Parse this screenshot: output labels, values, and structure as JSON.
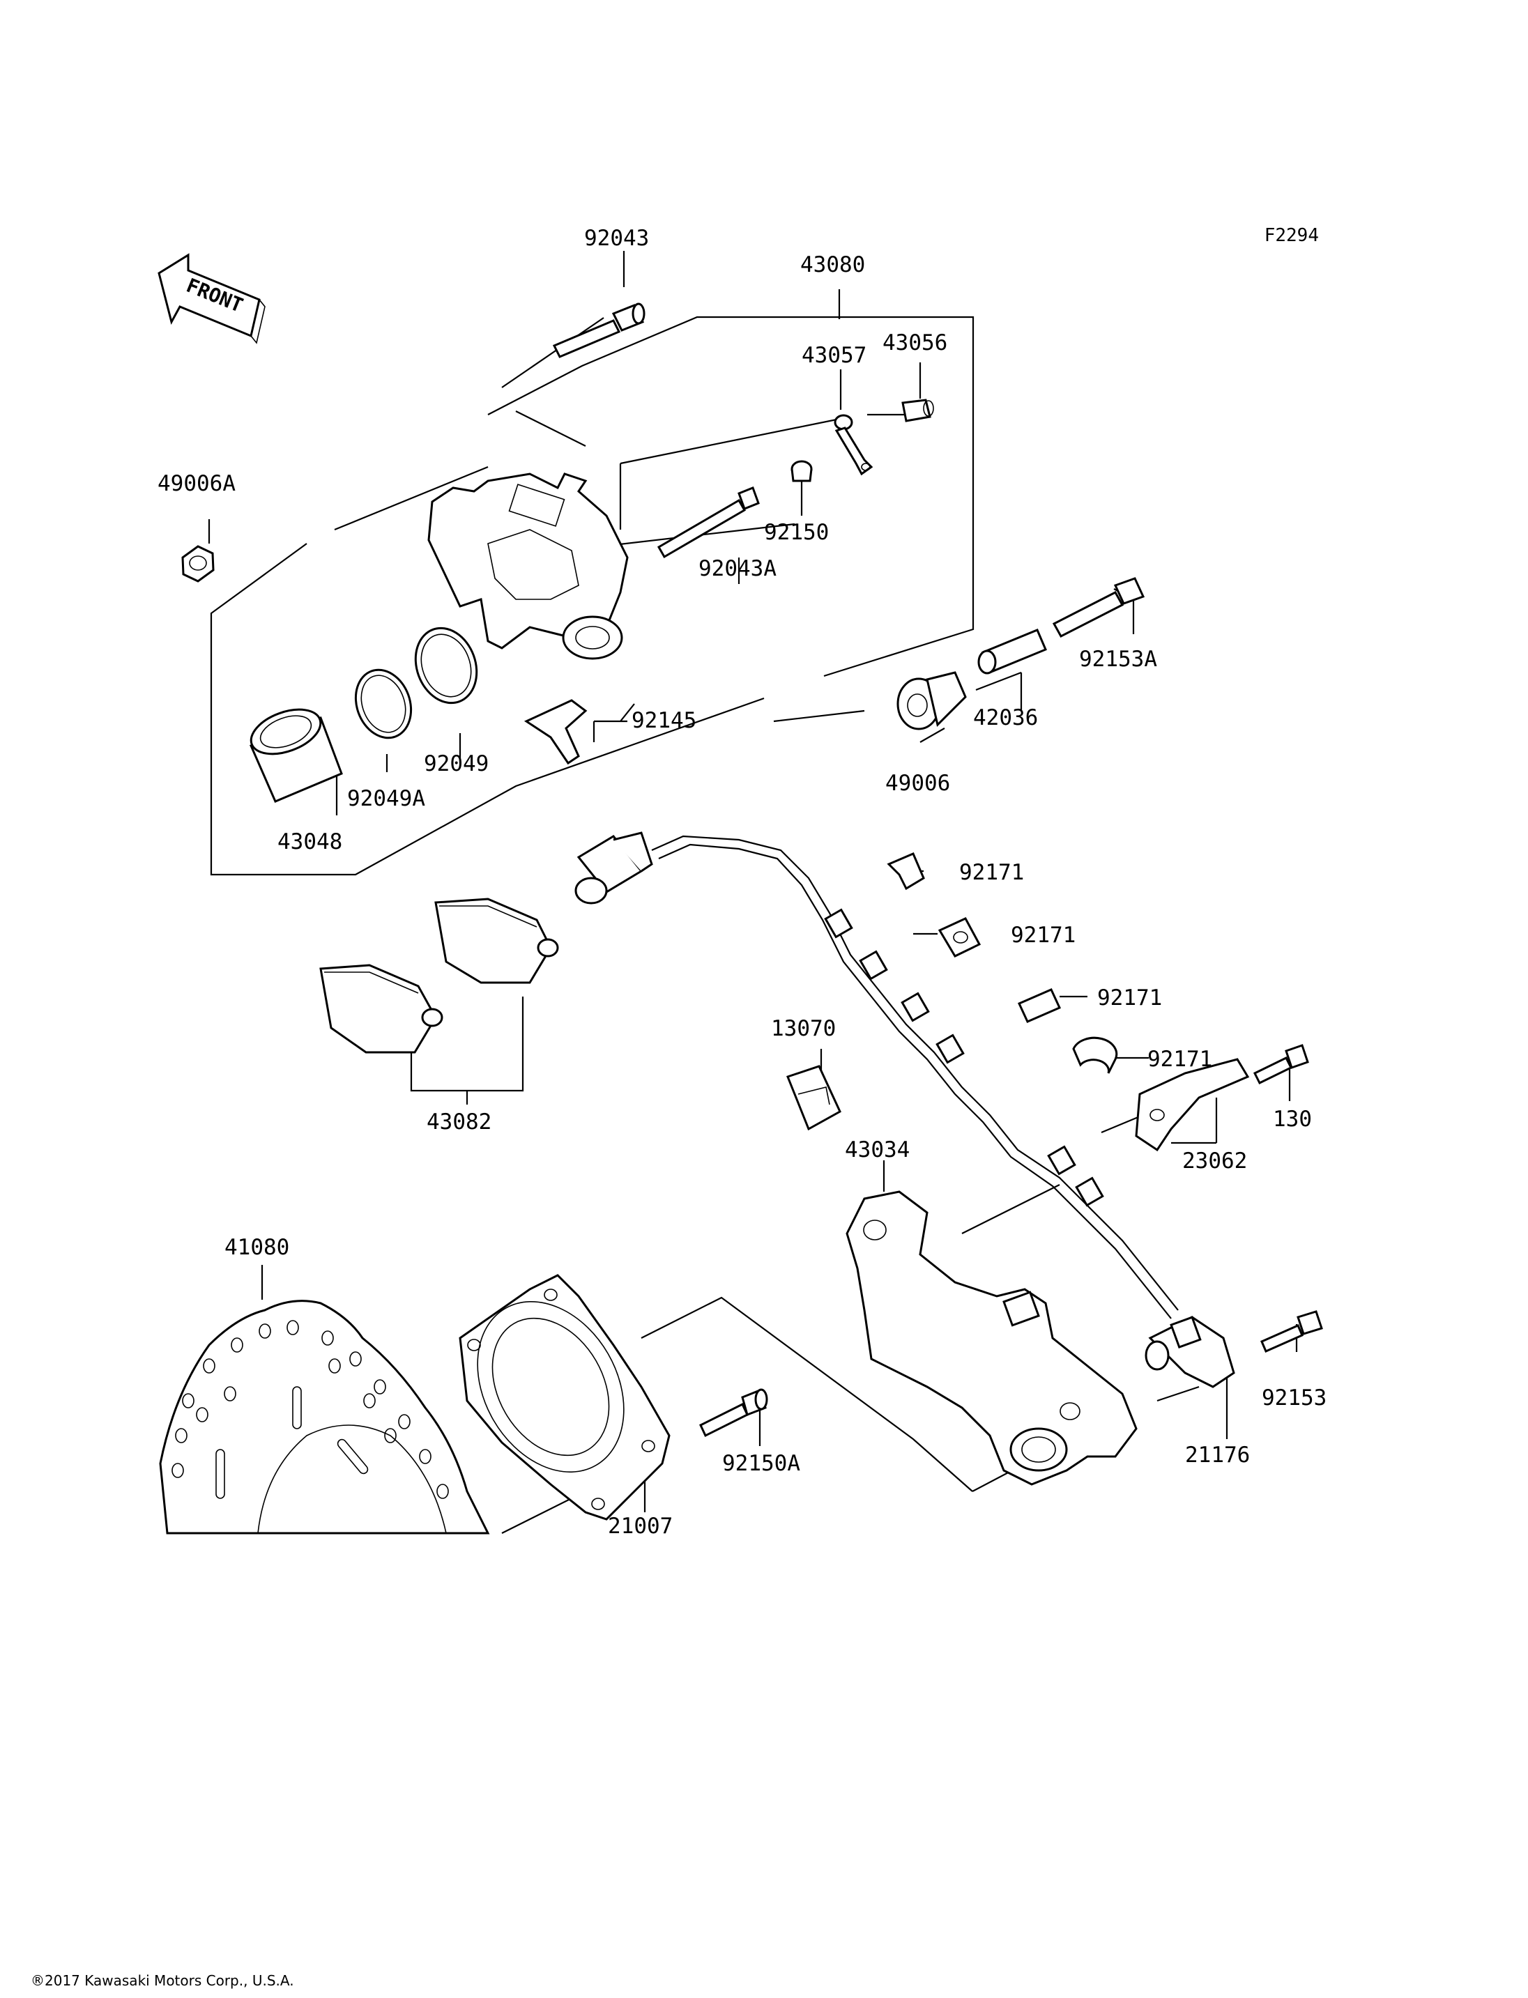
{
  "diagram_code": "F2294",
  "front_arrow_text": "FRONT",
  "copyright": "®2017 Kawasaki Motors Corp., U.S.A.",
  "labels": {
    "l92043": "92043",
    "l43080": "43080",
    "l43057": "43057",
    "l43056": "43056",
    "l49006A": "49006A",
    "l92150": "92150",
    "l92043A": "92043A",
    "l92153A": "92153A",
    "l42036": "42036",
    "l92145": "92145",
    "l92049": "92049",
    "l92049A": "92049A",
    "l49006": "49006",
    "l43048": "43048",
    "l92171a": "92171",
    "l92171b": "92171",
    "l92171c": "92171",
    "l92171d": "92171",
    "l43082": "43082",
    "l13070": "13070",
    "l130": "130",
    "l23062": "23062",
    "l43034": "43034",
    "l41080": "41080",
    "l92153": "92153",
    "l21176": "21176",
    "l92150A": "92150A",
    "l21007": "21007"
  }
}
